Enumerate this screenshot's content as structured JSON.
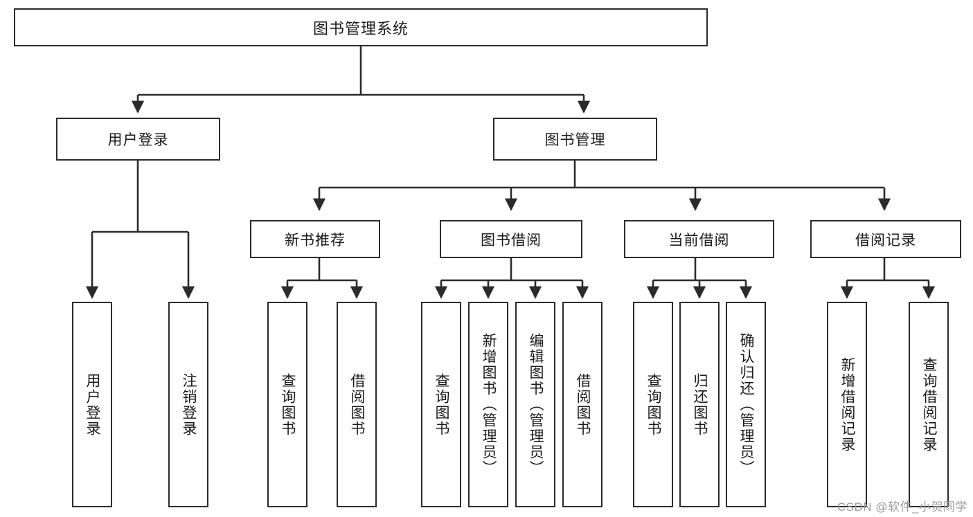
{
  "diagram": {
    "title": "图书管理系统",
    "watermark": "CSDN @软件_小贺同学",
    "stroke_color": "#2b2b2b",
    "background_color": "#ffffff",
    "text_color": "#1a1a1a",
    "root": {
      "label": "图书管理系统"
    },
    "level2": [
      {
        "label": "用户登录"
      },
      {
        "label": "图书管理"
      }
    ],
    "level3": [
      {
        "label": "新书推荐"
      },
      {
        "label": "图书借阅"
      },
      {
        "label": "当前借阅"
      },
      {
        "label": "借阅记录"
      }
    ],
    "leaves": {
      "user_login": [
        {
          "label": "用户登录"
        },
        {
          "label": "注销登录"
        }
      ],
      "new_book_recommend": [
        {
          "label": "查询图书"
        },
        {
          "label": "借阅图书"
        }
      ],
      "book_borrow": [
        {
          "label": "查询图书"
        },
        {
          "label": "新增图书（管理员）"
        },
        {
          "label": "编辑图书（管理员）"
        },
        {
          "label": "借阅图书"
        }
      ],
      "current_borrow": [
        {
          "label": "查询图书"
        },
        {
          "label": "归还图书"
        },
        {
          "label": "确认归还（管理员）"
        }
      ],
      "borrow_records": [
        {
          "label": "新增借阅记录"
        },
        {
          "label": "查询借阅记录"
        }
      ]
    }
  }
}
